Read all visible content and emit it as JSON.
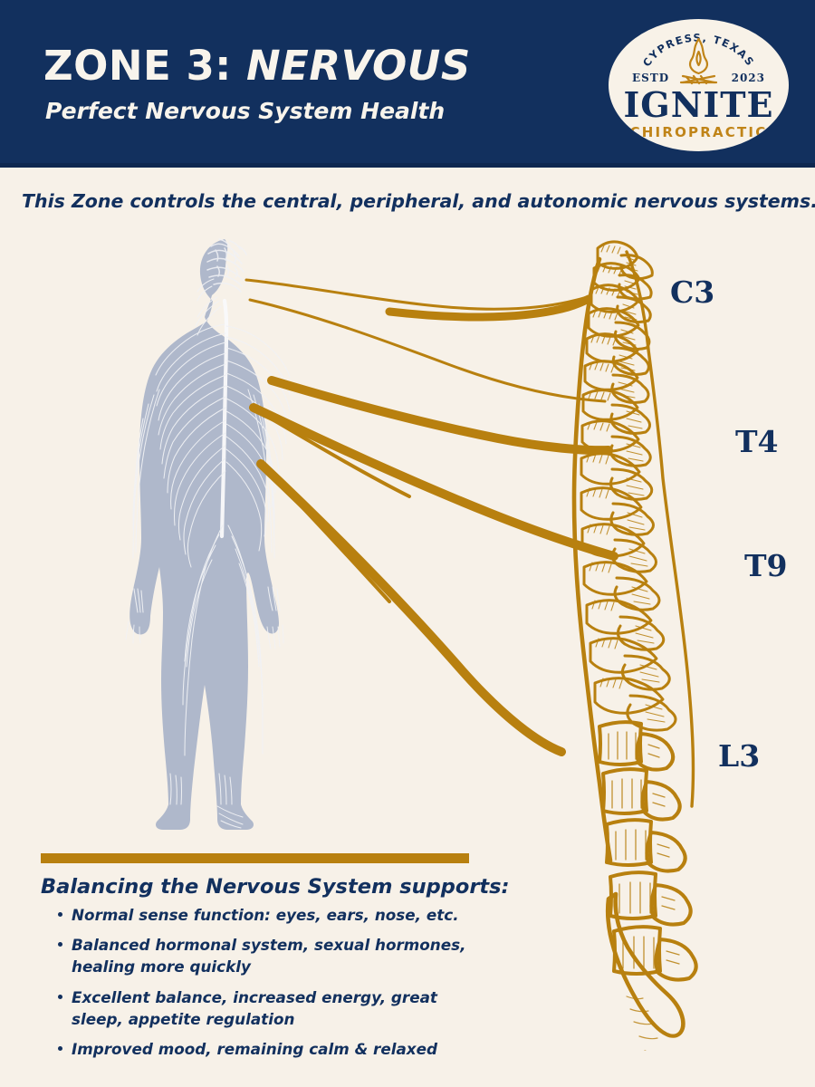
{
  "colors": {
    "navy": "#12305E",
    "cream": "#F7F1E8",
    "gold": "#B8800F",
    "gold_light": "#C08418",
    "body_grey": "#AFB8CB",
    "nerve_white": "#F4F4F6"
  },
  "header": {
    "title_prefix": "ZONE 3:",
    "title_word": "NERVOUS",
    "subtitle": "Perfect Nervous System Health"
  },
  "logo": {
    "arc_text": "CYPRESS, TEXAS",
    "estd": "ESTD",
    "year": "2023",
    "name": "IGNITE",
    "tagline": "CHIROPRACTIC",
    "icon": "campfire-flame-icon"
  },
  "intro": {
    "text": "This Zone controls the central, peripheral, and autonomic nervous systems."
  },
  "diagram": {
    "figure_alt": "human-nervous-system-figure",
    "spine_alt": "lateral-spine-illustration",
    "vertebra_labels": [
      {
        "id": "c3",
        "label": "C3"
      },
      {
        "id": "t4",
        "label": "T4"
      },
      {
        "id": "t9",
        "label": "T9"
      },
      {
        "id": "l3",
        "label": "L3"
      }
    ]
  },
  "supports": {
    "heading": "Balancing the Nervous System supports:",
    "items": [
      "Normal sense function: eyes, ears, nose, etc.",
      "Balanced hormonal system, sexual hormones, healing more quickly",
      "Excellent balance, increased energy, great sleep, appetite regulation",
      "Improved mood, remaining calm & relaxed"
    ]
  }
}
